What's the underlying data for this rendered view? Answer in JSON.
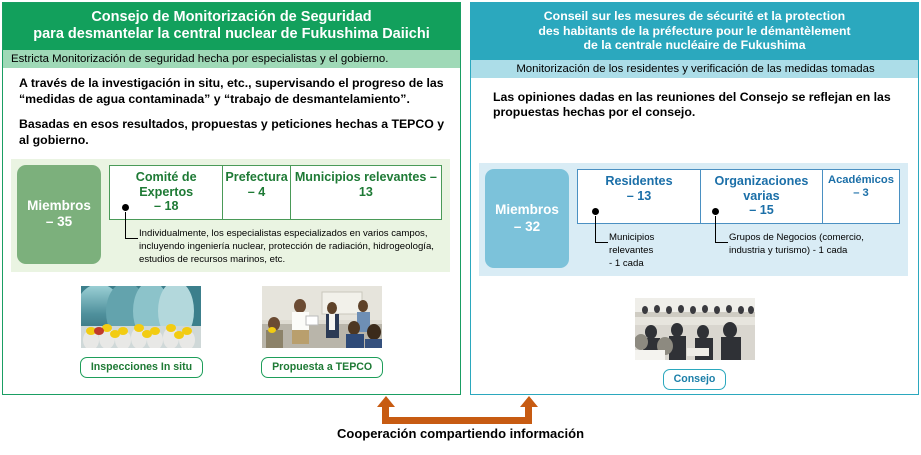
{
  "left_panel": {
    "header": "Consejo de Monitorización de Seguridad\npara desmantelar la central nuclear de Fukushima Daiichi",
    "subtitle": "Estricta Monitorización de seguridad hecha por especialistas y el gobierno.",
    "paragraphs": [
      "A través de la investigación in situ, etc., supervisando el progreso de las “medidas de agua contaminada” y “trabajo de desmantelamiento”.",
      "Basadas en esos resultados, propuestas y peticiones hechas a TEPCO y al gobierno."
    ],
    "members_tag": "Miembros\n– 35",
    "categories": [
      "Comité de Expertos\n– 18",
      "Prefectura\n– 4",
      "Municipios relevantes – 13"
    ],
    "notes": [
      "Individualmente, los especialistas especializados en varios campos, incluyendo ingeniería nuclear, protección de radiación, hidrogeología, estudios de recursos marinos, etc."
    ],
    "photos": [
      {
        "caption": "Inspecciones In situ",
        "alt": "on-site-inspection-photo"
      },
      {
        "caption": "Propuesta a TEPCO",
        "alt": "proposal-meeting-photo"
      }
    ],
    "colors": {
      "header_bg": "#12A05C",
      "subtitle_bg": "#9FD9B7",
      "border": "#1A9E63",
      "tag_bg": "#7CB07C",
      "panel_tint": "#EAF4E2",
      "text_accent": "#1E7A35"
    }
  },
  "right_panel": {
    "header": "Conseil sur les mesures de sécurité et la protection\ndes habitants de la préfecture pour le démantèlement\nde la centrale nucléaire de Fukushima",
    "subtitle": "Monitorización de los residentes y verificación de las medidas tomadas",
    "paragraphs": [
      "Las opiniones dadas en las reuniones del Consejo se reflejan en las propuestas hechas por el consejo."
    ],
    "members_tag": "Miembros\n– 32",
    "categories": [
      "Residentes\n– 13",
      "Organizaciones varias\n– 15",
      "Académicos\n– 3"
    ],
    "notes": [
      "Municipios relevantes\n- 1 cada",
      "Grupos de Negocios (comercio, industria y turismo) - 1 cada"
    ],
    "photos": [
      {
        "caption": "Consejo",
        "alt": "council-meeting-photo"
      }
    ],
    "colors": {
      "header_bg": "#2BA8BE",
      "subtitle_bg": "#ACDDE8",
      "border": "#2BA8BE",
      "tag_bg": "#7CC2DA",
      "panel_tint": "#D9ECF5",
      "text_accent": "#1B6FA8"
    }
  },
  "footer": {
    "arrow_label": "Cooperación compartiendo información",
    "arrow_color": "#C75B12"
  }
}
